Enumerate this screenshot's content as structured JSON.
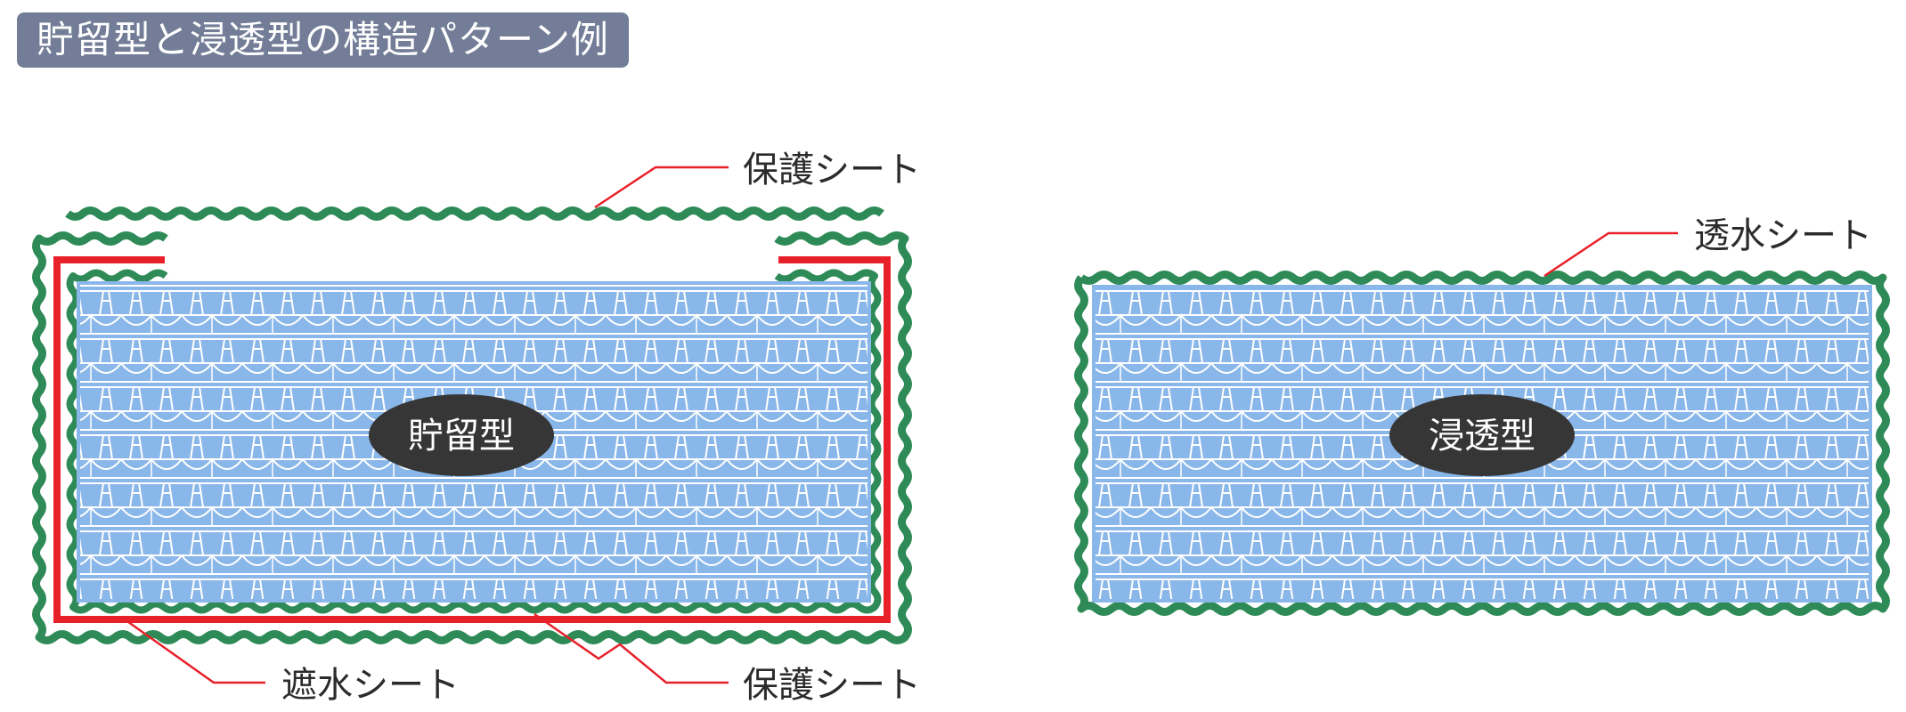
{
  "title": "貯留型と浸透型の構造パターン例",
  "diagrams": {
    "storage": {
      "type_label": "貯留型",
      "callout_top": "保護シート",
      "callout_bottom_left": "遮水シート",
      "callout_bottom_right": "保護シート"
    },
    "infiltration": {
      "type_label": "浸透型",
      "callout_top": "透水シート"
    }
  },
  "colors": {
    "title_bg": "#737d97",
    "protection_sheet": "#2e8b57",
    "waterproof_sheet": "#e8202a",
    "storage_body": "#8ab7ea",
    "label_ellipse": "#363636",
    "callout_line": "#e8202a"
  }
}
